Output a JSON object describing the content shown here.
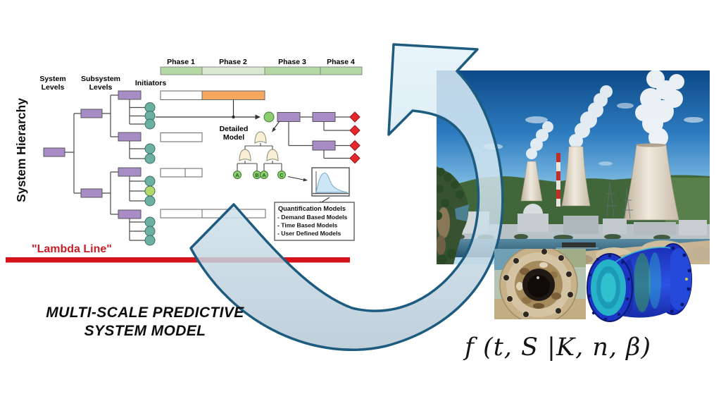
{
  "hierarchy": {
    "axis_label": "System Hierarchy",
    "col1_line1": "System",
    "col1_line2": "Levels",
    "col2_line1": "Subsystem",
    "col2_line2": "Levels",
    "col3_label": "Initiators"
  },
  "phases": {
    "labels": [
      "Phase 1",
      "Phase 2",
      "Phase 3",
      "Phase 4"
    ]
  },
  "event_tree": {
    "detailed_line1": "Detailed",
    "detailed_line2": "Model"
  },
  "fault_tree": {
    "events": [
      "A",
      "B",
      "A",
      "C"
    ]
  },
  "quantification": {
    "title": "Quantification Models",
    "items": [
      "- Demand Based Models",
      "- Time Based Models",
      "- User Defined Models"
    ]
  },
  "lambda": {
    "label": "\"Lambda Line\""
  },
  "footer": {
    "line1": "MULTI-SCALE PREDICTIVE",
    "line2": "SYSTEM MODEL"
  },
  "formula": {
    "text": "f (t, S |K, n, β)"
  },
  "colors": {
    "purple": "#a78cc6",
    "teal": "#6bb1a1",
    "lime": "#b2d868",
    "green": "#8ccd6d",
    "orange": "#f6a95e",
    "phase_green": "#b4d8a3",
    "phase_green_pale": "#d9e8d1",
    "gate_cream": "#f8efd4",
    "diamond_red": "#e8272c",
    "red_line": "#d6131b",
    "lambda_red": "#c32127",
    "arrow_stroke": "#1d5b7f"
  }
}
